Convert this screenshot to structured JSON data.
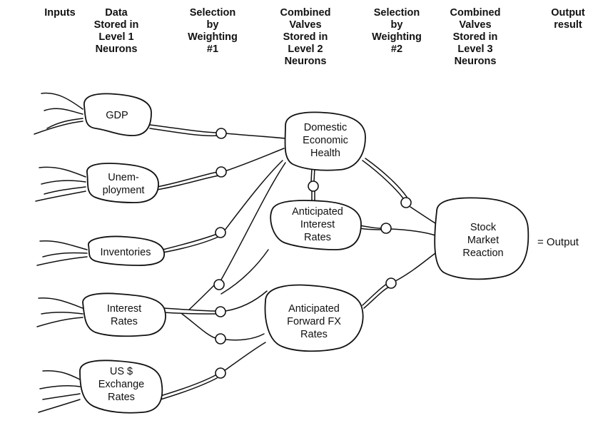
{
  "headers": {
    "inputs": "Inputs",
    "level1": "Data\nStored in\nLevel 1\nNeurons",
    "weighting1": "Selection\nby\nWeighting\n#1",
    "level2": "Combined\nValves\nStored in\nLevel 2\nNeurons",
    "weighting2": "Selection\nby\nWeighting\n#2",
    "level3": "Combined\nValves\nStored in\nLevel 3\nNeurons",
    "output": "Output\nresult"
  },
  "level1_nodes": {
    "gdp": "GDP",
    "unemployment": "Unem-\nployment",
    "inventories": "Inventories",
    "interest_rates": "Interest\nRates",
    "usd_exchange": "US $\nExchange\nRates"
  },
  "level2_nodes": {
    "domestic_health": "Domestic\nEconomic\nHealth",
    "anticipated_interest": "Anticipated\nInterest\nRates",
    "anticipated_fx": "Anticipated\nForward FX\nRates"
  },
  "level3_nodes": {
    "stock_market": "Stock\nMarket\nReaction"
  },
  "output_label": "= Output"
}
